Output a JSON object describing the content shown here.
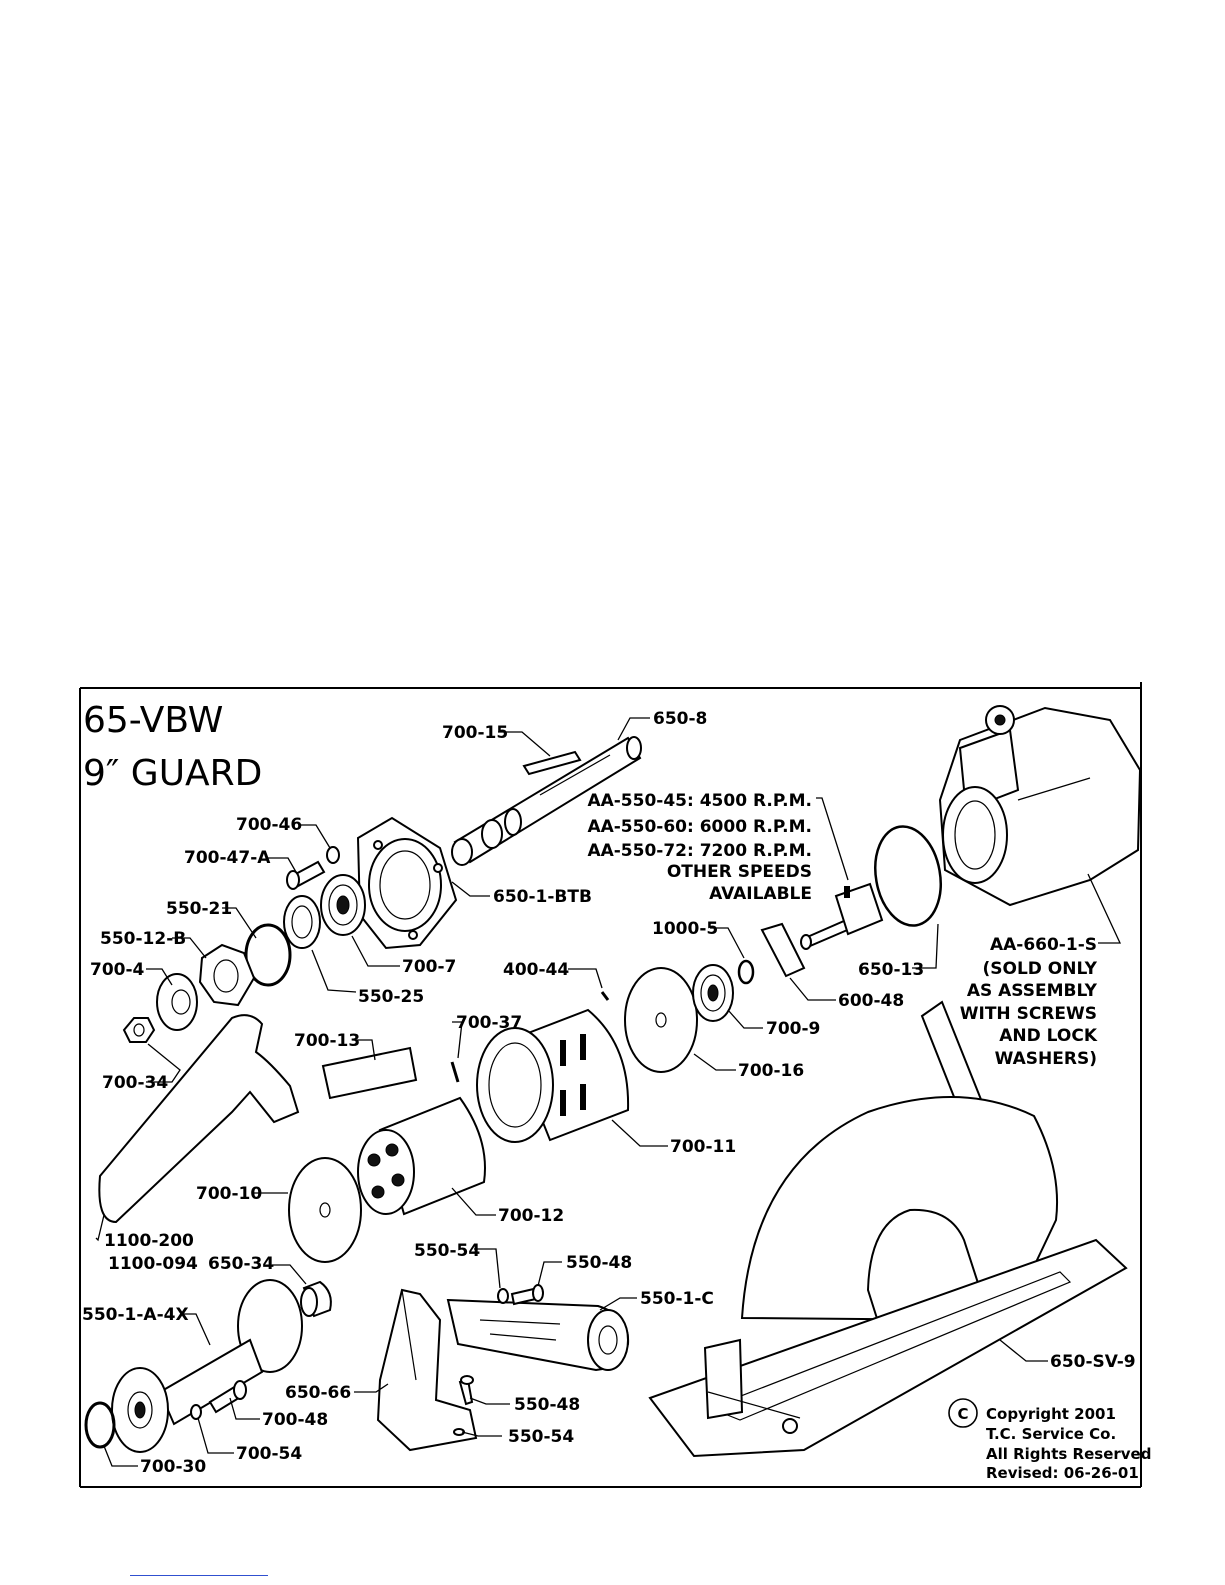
{
  "title": {
    "line1": "65-VBW",
    "line2": "9″  GUARD"
  },
  "parts": {
    "p700_15": "700-15",
    "p650_8": "650-8",
    "p700_46": "700-46",
    "p700_47_A": "700-47-A",
    "p650_1_BTB": "650-1-BTB",
    "p550_21": "550-21",
    "p550_12_B": "550-12-B",
    "p700_4": "700-4",
    "p700_7": "700-7",
    "p550_25": "550-25",
    "p700_34": "700-34",
    "p700_13": "700-13",
    "p700_37": "700-37",
    "p400_44": "400-44",
    "p1000_5": "1000-5",
    "p600_48": "600-48",
    "p700_9": "700-9",
    "p700_16": "700-16",
    "p650_13": "650-13",
    "p700_11": "700-11",
    "p700_10": "700-10",
    "p700_12": "700-12",
    "p1100_200": "1100-200",
    "p1100_094": "1100-094",
    "p650_34": "650-34",
    "p550_54_top": "550-54",
    "p550_48_top": "550-48",
    "p550_1_C": "550-1-C",
    "p550_1_A_4X": "550-1-A-4X",
    "p650_66": "650-66",
    "p550_48_bottom": "550-48",
    "p550_54_bottom": "550-54",
    "p700_48": "700-48",
    "p700_54": "700-54",
    "p700_30": "700-30",
    "p650_SV_9": "650-SV-9"
  },
  "speeds": [
    "AA-550-45:  4500  R.P.M.",
    "AA-550-60:  6000  R.P.M.",
    "AA-550-72:  7200  R.P.M.",
    "OTHER  SPEEDS",
    "AVAILABLE"
  ],
  "assembly_note": [
    "AA-660-1-S",
    "(SOLD  ONLY",
    "AS  ASSEMBLY",
    "WITH  SCREWS",
    "AND  LOCK",
    "WASHERS)"
  ],
  "copyright": {
    "symbol": "C",
    "lines": [
      "Copyright  2001",
      "T.C.  Service  Co.",
      "All  Rights  Reserved",
      "Revised:  06-26-01"
    ]
  }
}
